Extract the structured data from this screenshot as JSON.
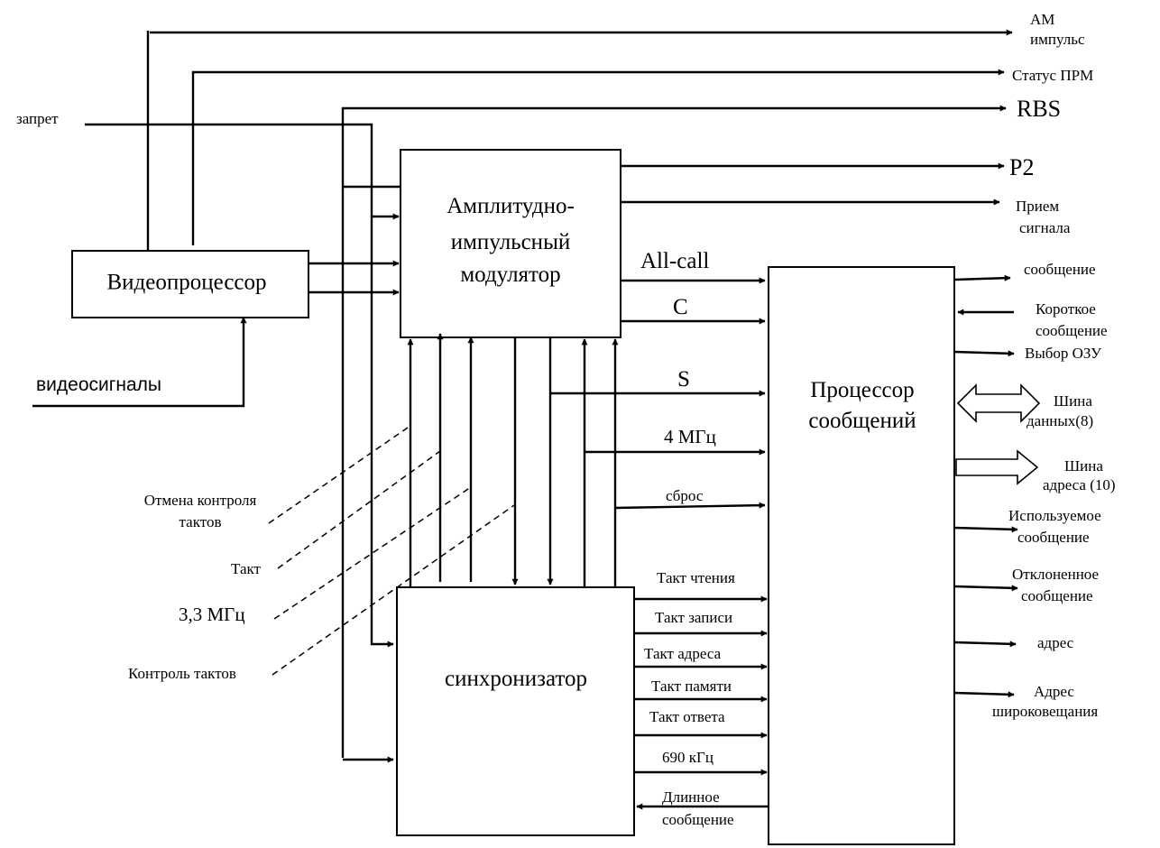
{
  "blocks": {
    "videoprocessor": "Видеопроцессор",
    "modulator": [
      "Амплитудно-",
      "импульсный",
      "модулятор"
    ],
    "synchronizer": "синхронизатор",
    "message_processor": [
      "Процессор",
      "сообщений"
    ]
  },
  "top_outputs": {
    "am_pulse": [
      "АМ",
      "импульс"
    ],
    "rx_status": "Статус ПРМ",
    "rbs": "RBS",
    "p2": "Р2",
    "signal_rx": [
      "Прием",
      "сигнала"
    ]
  },
  "left_inputs": {
    "inhibit": "запрет",
    "video_signals": "видеосигналы",
    "cancel_clock_control": [
      "Отмена контроля",
      "тактов"
    ],
    "clock": "Такт",
    "freq_33": "3,3 МГц",
    "clock_control": "Контроль тактов"
  },
  "bus_signals": {
    "all_call": "All-call",
    "c": "С",
    "s": "S",
    "mhz4": "4 МГц",
    "reset": "сброс"
  },
  "sync_signals": {
    "read_clock": "Такт чтения",
    "write_clock": "Такт записи",
    "address_clock": "Такт адреса",
    "memory_clock": "Такт памяти",
    "reply_clock": "Такт ответа",
    "khz690": "690 кГц",
    "long_message": [
      "Длинное",
      "сообщение"
    ]
  },
  "right_signals": {
    "message": "сообщение",
    "short_message": [
      "Короткое",
      "сообщение"
    ],
    "ram_select": "Выбор ОЗУ",
    "data_bus": [
      "Шина",
      "данных(8)"
    ],
    "address_bus": [
      "Шина",
      "адреса (10)"
    ],
    "used_message": [
      "Используемое",
      "сообщение"
    ],
    "rejected_message": [
      "Отклоненное",
      "сообщение"
    ],
    "address": "адрес",
    "broadcast_address": [
      "Адрес",
      "широковещания"
    ]
  }
}
